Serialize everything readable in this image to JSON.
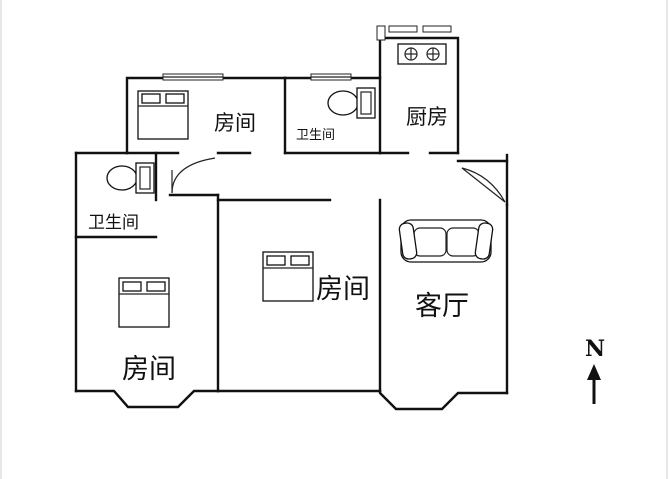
{
  "rooms": {
    "bedroom_top": "房间",
    "bathroom_top": "卫生间",
    "kitchen": "厨房",
    "bathroom_left": "卫生间",
    "bedroom_left": "房间",
    "bedroom_center": "房间",
    "living_room": "客厅"
  },
  "compass": {
    "label": "N"
  },
  "icons": {
    "bed": "bed-icon",
    "toilet": "toilet-icon",
    "stove": "stove-icon",
    "sofa": "sofa-icon",
    "door": "door-swing-icon",
    "window": "window-icon",
    "arrow": "north-arrow-icon"
  }
}
